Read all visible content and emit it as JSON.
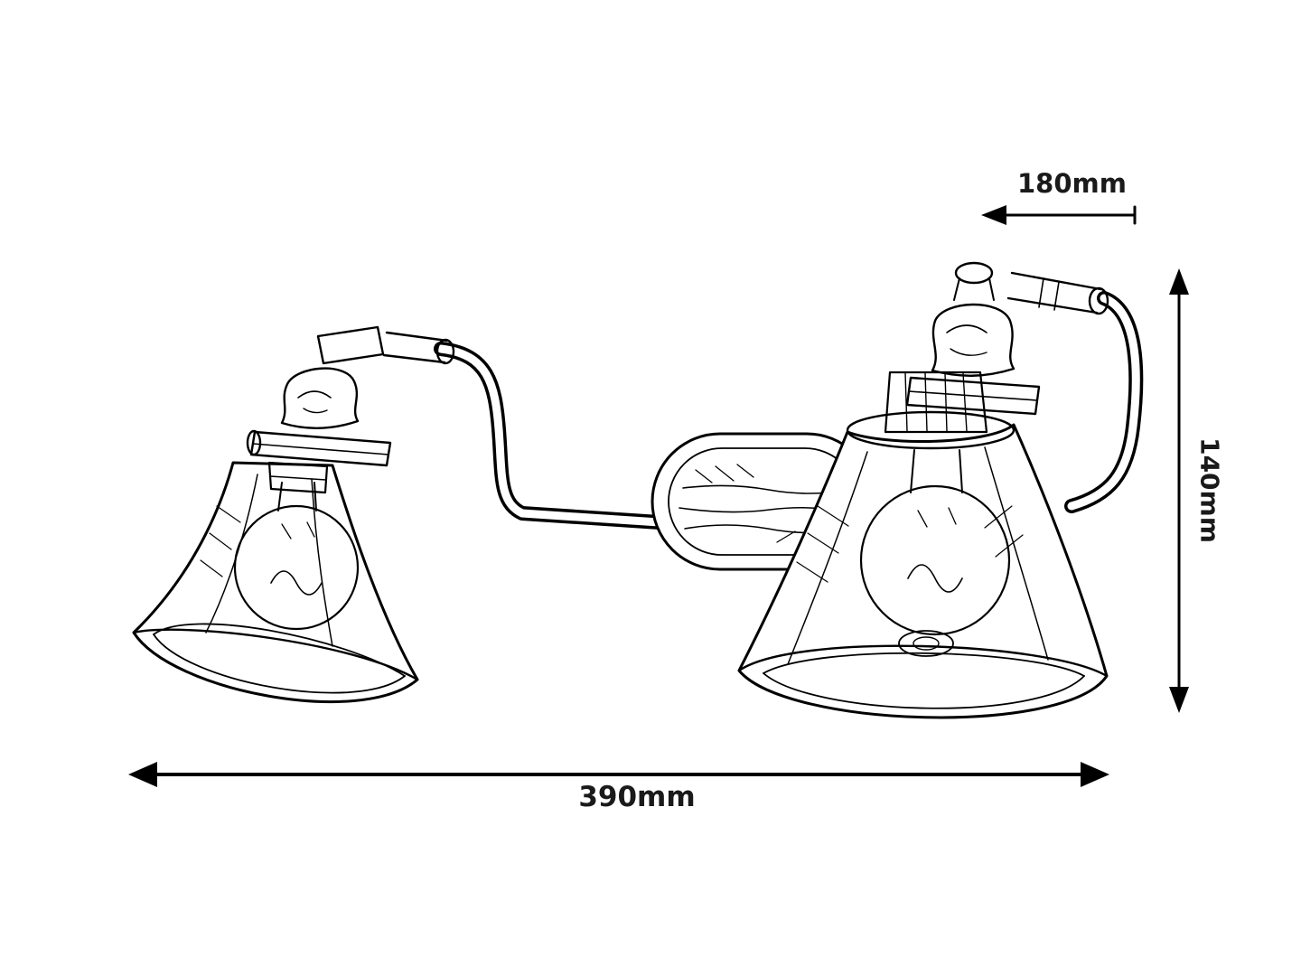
{
  "diagram": {
    "type": "technical-dimension-drawing",
    "subject": "two-light wall fixture line sketch",
    "dimensions": {
      "depth": "180mm",
      "height": "140mm",
      "width": "390mm"
    },
    "colors": {
      "line": "#000000",
      "background": "#ffffff"
    }
  }
}
